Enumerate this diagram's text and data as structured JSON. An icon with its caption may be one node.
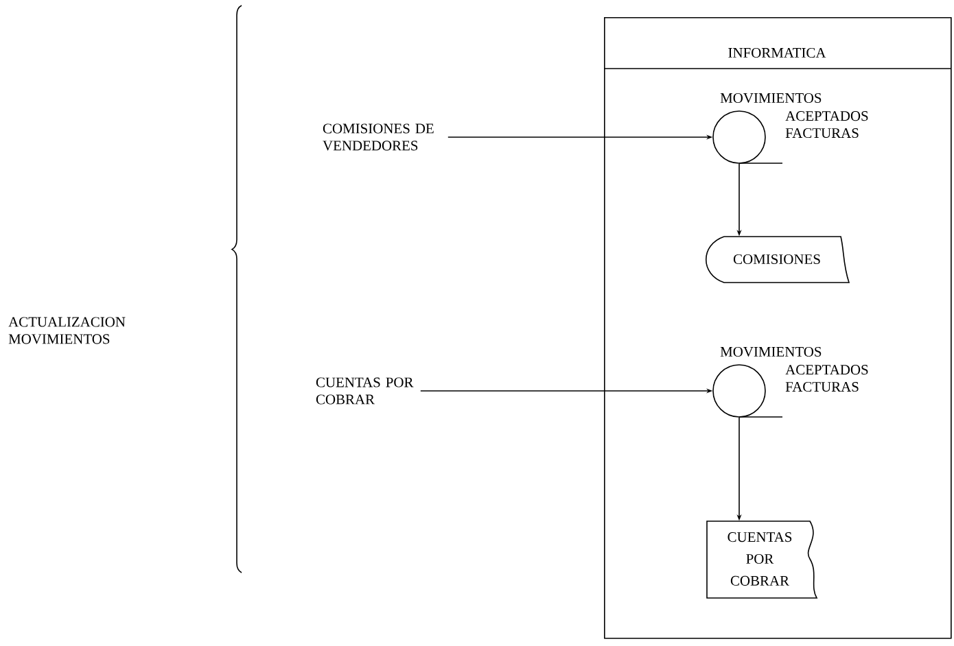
{
  "diagram": {
    "nodes": [
      {
        "text": [
          "INFORMATICA"
        ]
      },
      {
        "text": [
          "COMISIONES DE VENDEDORES"
        ]
      },
      {
        "text": [],
        "shape": "circle",
        "in": 0,
        "beside": [
          "MOVIMIENTOS",
          "ACEPTADOS FACTURAS"
        ]
      },
      {
        "text": [
          "COMISIONES"
        ],
        "in": 0
      },
      {
        "text": [
          "CUENTAS POR COBRAR"
        ]
      },
      {
        "text": [],
        "shape": "circle",
        "in": 0,
        "beside": [
          "MOVIMIENTOS",
          "ACEPTADOS FACTURAS"
        ]
      },
      {
        "text": [
          "CUENTAS POR COBRAR"
        ],
        "in": 0
      }
    ],
    "edges": [
      {
        "from": 1,
        "to": 2,
        "arrow": "to"
      },
      {
        "from": 2,
        "to": 3,
        "arrow": "to"
      },
      {
        "from": 4,
        "to": 5,
        "arrow": "to"
      },
      {
        "from": 5,
        "to": 6,
        "arrow": "to"
      }
    ],
    "labels": [
      "ACTUALIZACION MOVIMIENTOS"
    ]
  }
}
